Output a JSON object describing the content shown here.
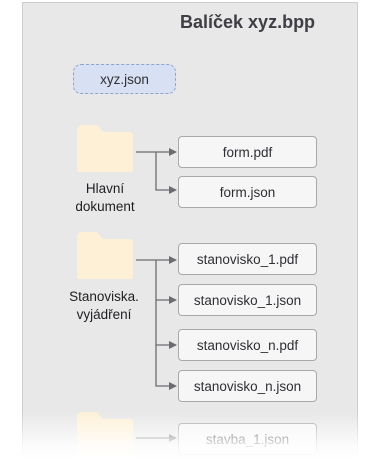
{
  "title": "Balíček xyz.bpp",
  "colors": {
    "panel_bg": "#e8e8e9",
    "folder_fill": "#fdf0d6",
    "box_fill": "#f6f6f7",
    "box_border": "#a9a9ad",
    "dashed_fill": "#d7e1f3",
    "dashed_border": "#8fa4c9",
    "connector": "#6b6b70"
  },
  "root_file": {
    "label": "xyz.json",
    "icon": "file-icon"
  },
  "groups": [
    {
      "folder_label_line1": "Hlavní",
      "folder_label_line2": "dokument",
      "icon": "folder-icon",
      "files": [
        "form.pdf",
        "form.json"
      ]
    },
    {
      "folder_label_line1": "Stanoviska.",
      "folder_label_line2": "vyjádření",
      "icon": "folder-icon",
      "files": [
        "stanovisko_1.pdf",
        "stanovisko_1.json",
        "stanovisko_n.pdf",
        "stanovisko_n.json"
      ]
    },
    {
      "icon": "folder-icon",
      "files": [
        "stavba_1.json"
      ]
    }
  ]
}
